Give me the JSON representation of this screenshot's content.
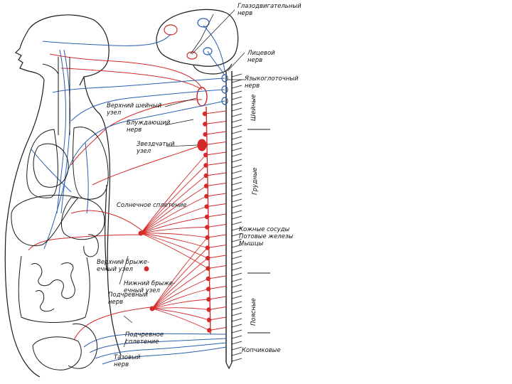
{
  "labels": {
    "oculomotor": "Глазодвигательный\nнерв",
    "facial": "Лицевой\nнерв",
    "glossopharyngeal": "Языкоглоточный\nнерв",
    "superior_cervical": "Верхний шейный\nузел",
    "vagus": "Блуждающий\nнерв",
    "stellate": "Звездчатый\nузел",
    "celiac_plexus": "Солнечное сплетение",
    "skin_vessels": "Кожные сосуды\nПотовые железы\nМышцы",
    "superior_mesenteric": "Верхний брыже-\nечный узел",
    "inferior_mesenteric": "Нижний брыже-\nечный узел",
    "hypogastric": "Подчревный\nнерв",
    "hypogastric_plexus": "Подчревное\nсплетение",
    "pelvic": "Тазовый\nнерв",
    "coccygeal": "Копчиковые"
  },
  "regions": {
    "cervical": "Шейные",
    "thoracic": "Грудные",
    "lumbar": "Поясные"
  },
  "colors": {
    "sympathetic": "#d42a2a",
    "parasympathetic": "#2a5fb0",
    "outline": "#1a1a1a"
  }
}
